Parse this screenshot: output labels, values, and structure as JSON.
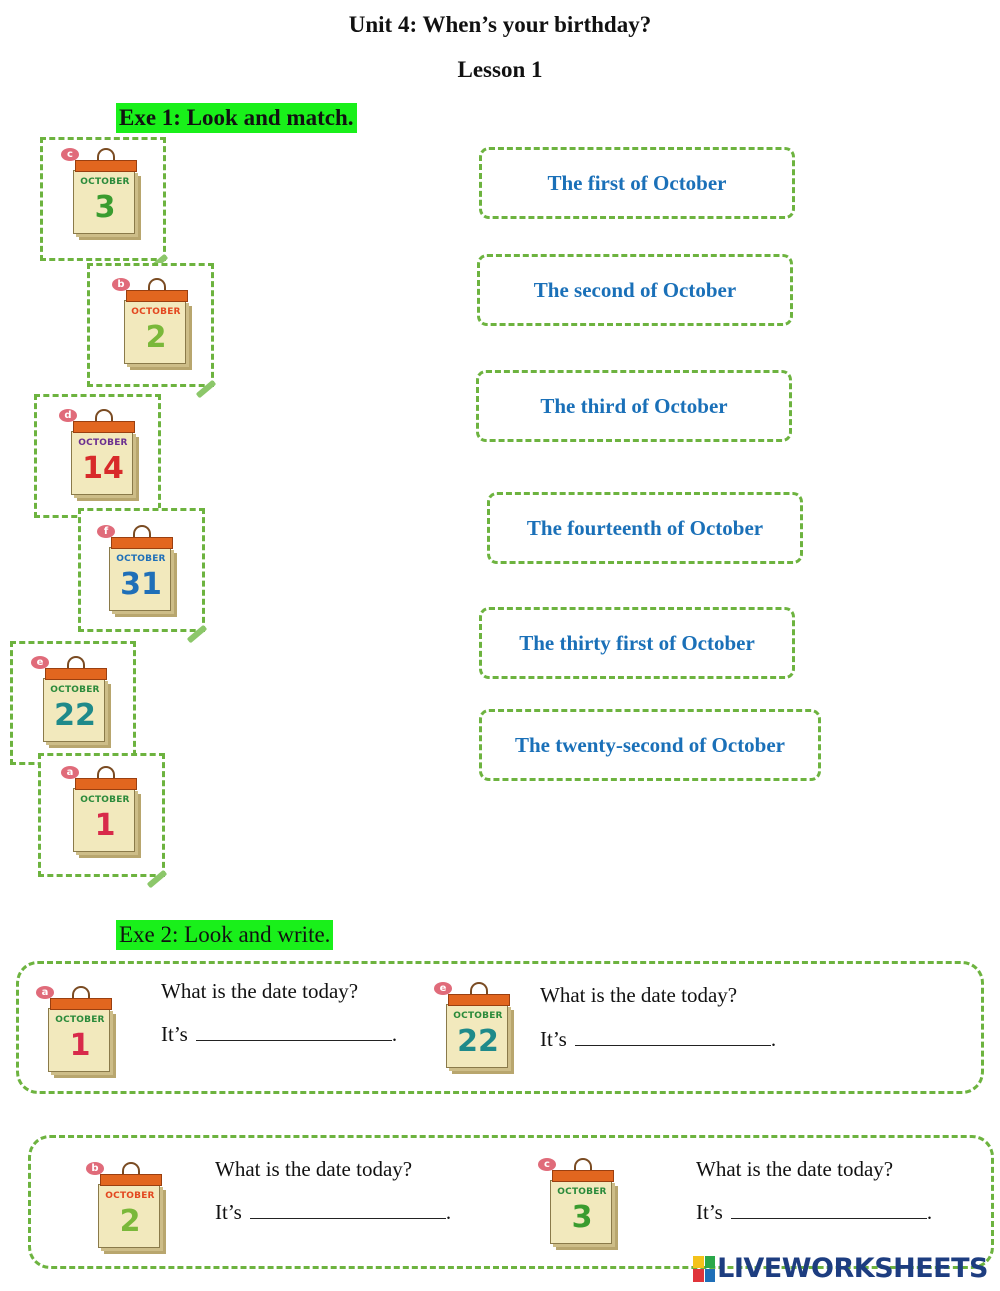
{
  "header": {
    "title": "Unit 4: When’s your birthday?",
    "lesson": "Lesson 1"
  },
  "exercise1": {
    "heading": "Exe 1: Look and match.",
    "calendars": [
      {
        "letter": "c",
        "month": "OCTOBER",
        "day": "3",
        "month_color": "#2a8a3a",
        "day_color": "#3a9c2f"
      },
      {
        "letter": "b",
        "month": "OCTOBER",
        "day": "2",
        "month_color": "#e3471f",
        "day_color": "#7ab83a"
      },
      {
        "letter": "d",
        "month": "OCTOBER",
        "day": "14",
        "month_color": "#6b2f8f",
        "day_color": "#d82a2a"
      },
      {
        "letter": "f",
        "month": "OCTOBER",
        "day": "31",
        "month_color": "#1f6fb8",
        "day_color": "#1f6fb8"
      },
      {
        "letter": "e",
        "month": "OCTOBER",
        "day": "22",
        "month_color": "#2a8a3a",
        "day_color": "#1f8a8a"
      },
      {
        "letter": "a",
        "month": "OCTOBER",
        "day": "1",
        "month_color": "#2a8a3a",
        "day_color": "#d82a4a"
      }
    ],
    "answers": [
      "The first of October",
      "The second of October",
      "The third of October",
      "The fourteenth of October",
      "The thirty first of October",
      "The twenty-second of October"
    ]
  },
  "exercise2": {
    "heading": "Exe 2: Look and write.",
    "items": [
      {
        "letter": "a",
        "month": "OCTOBER",
        "day": "1",
        "month_color": "#2a8a3a",
        "day_color": "#d82a4a",
        "question": "What is the date today?",
        "prompt": "It’s",
        "end": "."
      },
      {
        "letter": "e",
        "month": "OCTOBER",
        "day": "22",
        "month_color": "#2a8a3a",
        "day_color": "#1f8a8a",
        "question": "What is the date today?",
        "prompt": "It’s",
        "end": "."
      },
      {
        "letter": "b",
        "month": "OCTOBER",
        "day": "2",
        "month_color": "#e3471f",
        "day_color": "#7ab83a",
        "question": "What is the date today?",
        "prompt": "It’s",
        "end": "."
      },
      {
        "letter": "c",
        "month": "OCTOBER",
        "day": "3",
        "month_color": "#2a8a3a",
        "day_color": "#3a9c2f",
        "question": "What is the date today?",
        "prompt": "It’s",
        "end": "."
      }
    ]
  },
  "brand": {
    "name": "LIVEWORKSHEETS",
    "text_color": "#1d3d80",
    "accent": "#19f01a"
  }
}
